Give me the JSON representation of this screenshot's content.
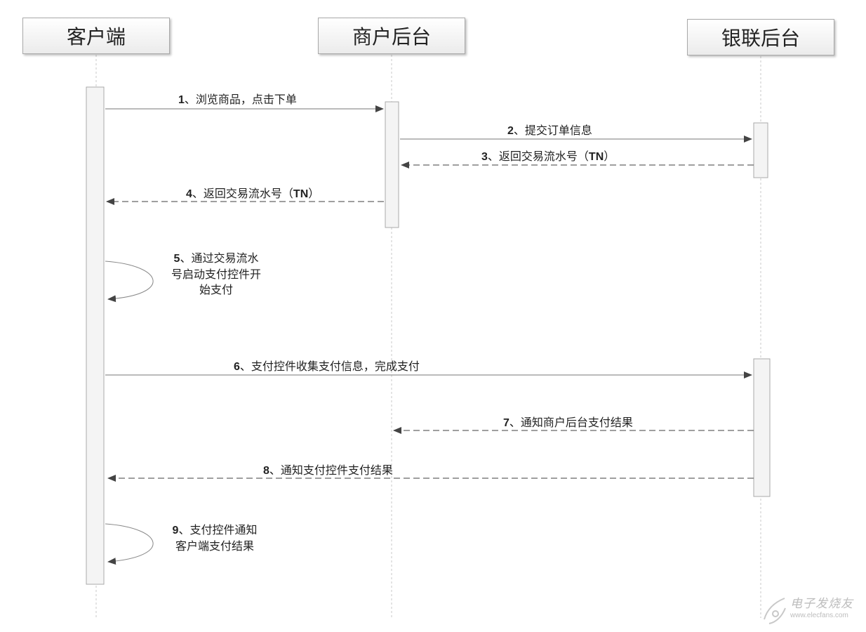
{
  "actors": [
    {
      "id": "client",
      "name": "客户端"
    },
    {
      "id": "merchant",
      "name": "商户后台"
    },
    {
      "id": "unionpay",
      "name": "银联后台"
    }
  ],
  "messages": [
    {
      "num": "1",
      "text": "、浏览商品，点击下单",
      "from": "client",
      "to": "merchant",
      "style": "solid"
    },
    {
      "num": "2",
      "text": "、提交订单信息",
      "from": "merchant",
      "to": "unionpay",
      "style": "solid"
    },
    {
      "num": "3",
      "text": "、返回交易流水号（",
      "tail": "TN",
      "close": "）",
      "from": "unionpay",
      "to": "merchant",
      "style": "dashed"
    },
    {
      "num": "4",
      "text": "、返回交易流水号（",
      "tail": "TN",
      "close": "）",
      "from": "merchant",
      "to": "client",
      "style": "dashed"
    },
    {
      "num": "5",
      "lines": [
        "、通过交易流水",
        "号启动支付控件开",
        "始支付"
      ],
      "from": "client",
      "to": "client",
      "style": "self"
    },
    {
      "num": "6",
      "text": "、支付控件收集支付信息，完成支付",
      "from": "client",
      "to": "unionpay",
      "style": "solid"
    },
    {
      "num": "7",
      "text": "、通知商户后台支付结果",
      "from": "unionpay",
      "to": "merchant",
      "style": "dashed"
    },
    {
      "num": "8",
      "text": "、通知支付控件支付结果",
      "from": "unionpay",
      "to": "client",
      "style": "dashed"
    },
    {
      "num": "9",
      "lines": [
        "、支付控件通知",
        "客户端支付结果"
      ],
      "from": "client",
      "to": "client",
      "style": "self"
    }
  ],
  "watermark": {
    "cn": "电子发烧友",
    "en": "www.elecfans.com"
  },
  "colors": {
    "line": "#777777",
    "arrow": "#444444",
    "activation": "#f4f4f4",
    "lifeline": "#c8c8c8"
  }
}
